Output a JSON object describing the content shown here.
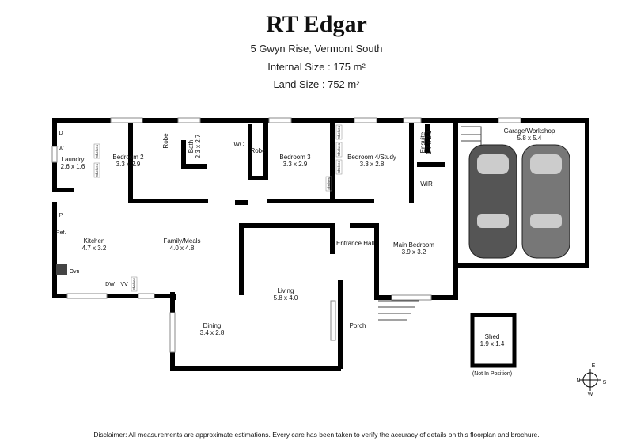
{
  "brand": "RT Edgar",
  "address": "5 Gwyn Rise, Vermont South",
  "internal_size": "Internal Size : 175 m²",
  "land_size": "Land Size : 752 m²",
  "rooms": {
    "laundry": {
      "name": "Laundry",
      "size": "2.6 x 1.6"
    },
    "bedroom2": {
      "name": "Bedroom 2",
      "size": "3.3 x 2.9"
    },
    "bath": {
      "name": "Bath",
      "size": "2.3 x 2.7"
    },
    "wc": {
      "name": "WC"
    },
    "robe1": {
      "name": "Robe"
    },
    "robe2": {
      "name": "Robe"
    },
    "bedroom3": {
      "name": "Bedroom 3",
      "size": "3.3 x 2.9"
    },
    "bedroom4": {
      "name": "Bedroom 4/Study",
      "size": "3.3 x 2.8"
    },
    "ensuite": {
      "name": "Ensuite",
      "size": "1.7 x 2.1"
    },
    "wir": {
      "name": "WIR"
    },
    "garage": {
      "name": "Garage/Workshop",
      "size": "5.8 x 5.4"
    },
    "kitchen": {
      "name": "Kitchen",
      "size": "4.7 x 3.2"
    },
    "family": {
      "name": "Family/Meals",
      "size": "4.0 x 4.8"
    },
    "entrance": {
      "name": "Entrance Hall"
    },
    "main_bedroom": {
      "name": "Main Bedroom",
      "size": "3.9 x 3.2"
    },
    "living": {
      "name": "Living",
      "size": "5.8 x 4.0"
    },
    "dining": {
      "name": "Dining",
      "size": "3.4 x 2.8"
    },
    "porch": {
      "name": "Porch"
    },
    "shed": {
      "name": "Shed",
      "size": "1.9 x 1.4",
      "note": "(Not In Position)"
    }
  },
  "fixtures": {
    "d": "D",
    "w": "W",
    "p": "P",
    "ref": "Ref.",
    "ovn": "Ovn",
    "dw": "DW",
    "vv": "VV",
    "shelves": "Shelves"
  },
  "compass": {
    "n": "N",
    "e": "E",
    "s": "S",
    "w": "W"
  },
  "disclaimer": "Disclaimer: All measurements are approximate estimations. Every care has been taken to verify the accuracy of details on this floorplan and brochure."
}
